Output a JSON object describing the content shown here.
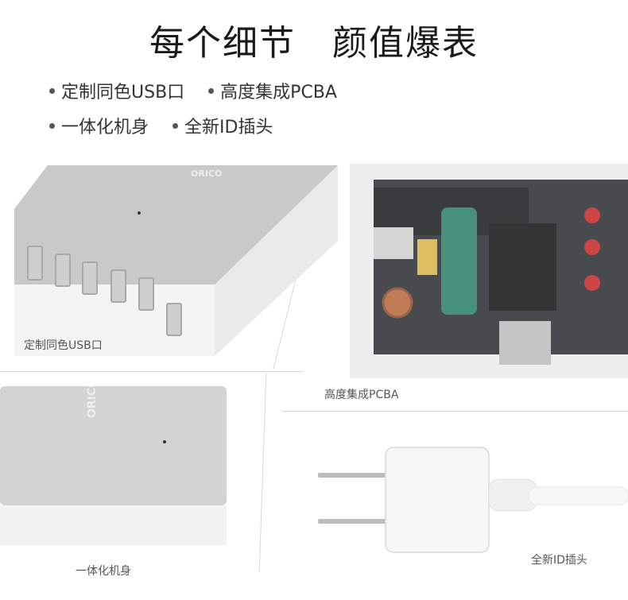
{
  "title": "每个细节　颜值爆表",
  "features": [
    [
      "定制同色USB口",
      "高度集成PCBA"
    ],
    [
      "一体化机身",
      "全新ID插头"
    ]
  ],
  "captions": {
    "usb": "定制同色USB口",
    "pcba": "高度集成PCBA",
    "body": "一体化机身",
    "plug": "全新ID插头"
  },
  "logo": "ORICO"
}
